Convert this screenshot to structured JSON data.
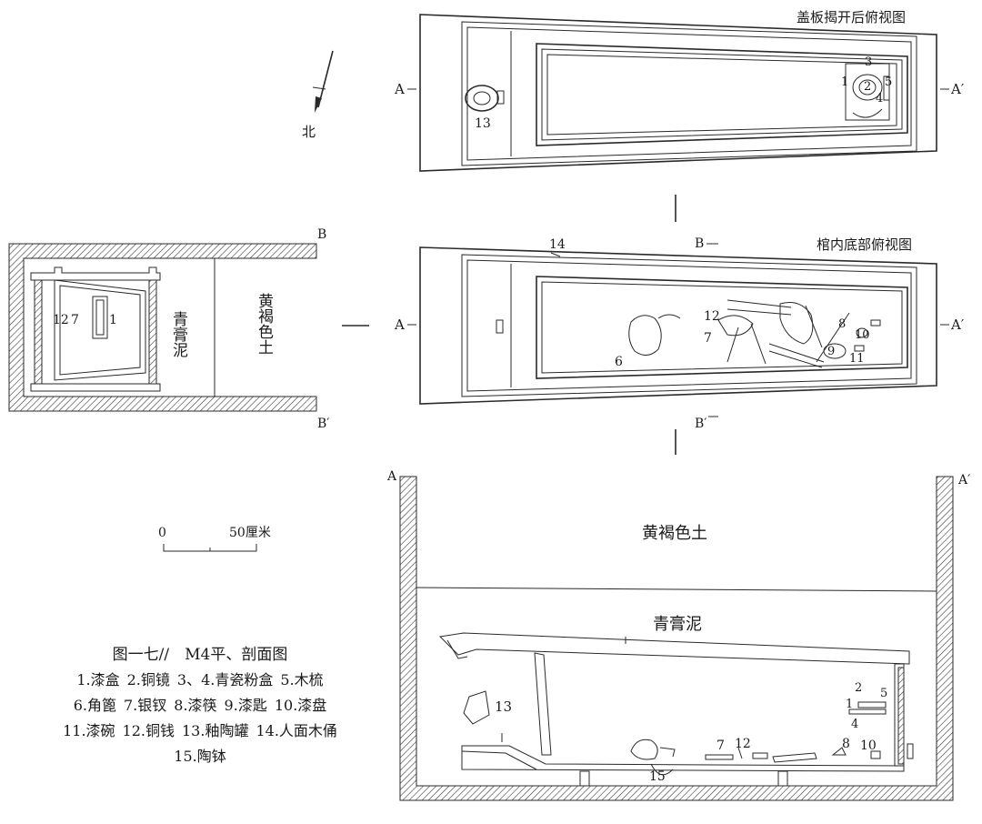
{
  "labels": {
    "view_top": "盖板揭开后俯视图",
    "view_bottom": "棺内底部俯视图",
    "north": "北",
    "sec_a": "A",
    "sec_a2": "A′",
    "sec_b": "B",
    "sec_b2": "B′",
    "soil_yellow": "黄褐色土",
    "soil_blue": "青膏泥",
    "scale_zero": "0",
    "scale_end": "50厘米"
  },
  "markers": {
    "m1": "1",
    "m2": "2",
    "m3": "3",
    "m4": "4",
    "m5": "5",
    "m6": "6",
    "m7": "7",
    "m8": "8",
    "m9": "9",
    "m10": "10",
    "m11": "11",
    "m12": "12",
    "m13": "13",
    "m14": "14",
    "m15": "15"
  },
  "caption": {
    "title": "图一七//　M4平、剖面图",
    "items": [
      [
        "1.漆盒",
        "2.铜镜",
        "3、4.青瓷粉盒",
        "5.木梳"
      ],
      [
        "6.角篦",
        "7.银钗",
        "8.漆筷",
        "9.漆匙",
        "10.漆盘"
      ],
      [
        "11.漆碗",
        "12.铜钱",
        "13.釉陶罐",
        "14.人面木俑"
      ],
      [
        "15.陶钵"
      ]
    ]
  }
}
